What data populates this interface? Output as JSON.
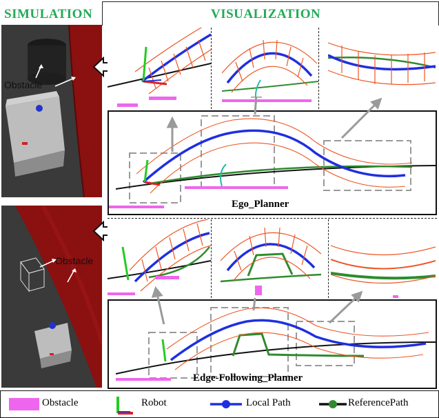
{
  "headers": {
    "simulation": "SIMULATION",
    "visualization": "VISUALIZATION"
  },
  "simulation": {
    "top_obstacle_label": "Obstacle",
    "bottom_obstacle_label": "Obstacle"
  },
  "panels": {
    "ego": {
      "caption": "Ego_Planner"
    },
    "edge": {
      "caption": "Edge-Following_Planner"
    }
  },
  "legend": {
    "obstacle": "Obstacle",
    "robot": "Robot",
    "local_path": "Local Path",
    "reference_path": "ReferencePath"
  },
  "colors": {
    "header_green": "#22aa55",
    "obstacle_magenta": "#ee66ee",
    "local_path_blue": "#1f2fe0",
    "reference_path_dark": "#222222",
    "reference_path_green": "#2e8b2e",
    "footprint_orange": "#ee5522",
    "wall_red": "#8b1010",
    "callout_gray": "#9a9a9a"
  }
}
